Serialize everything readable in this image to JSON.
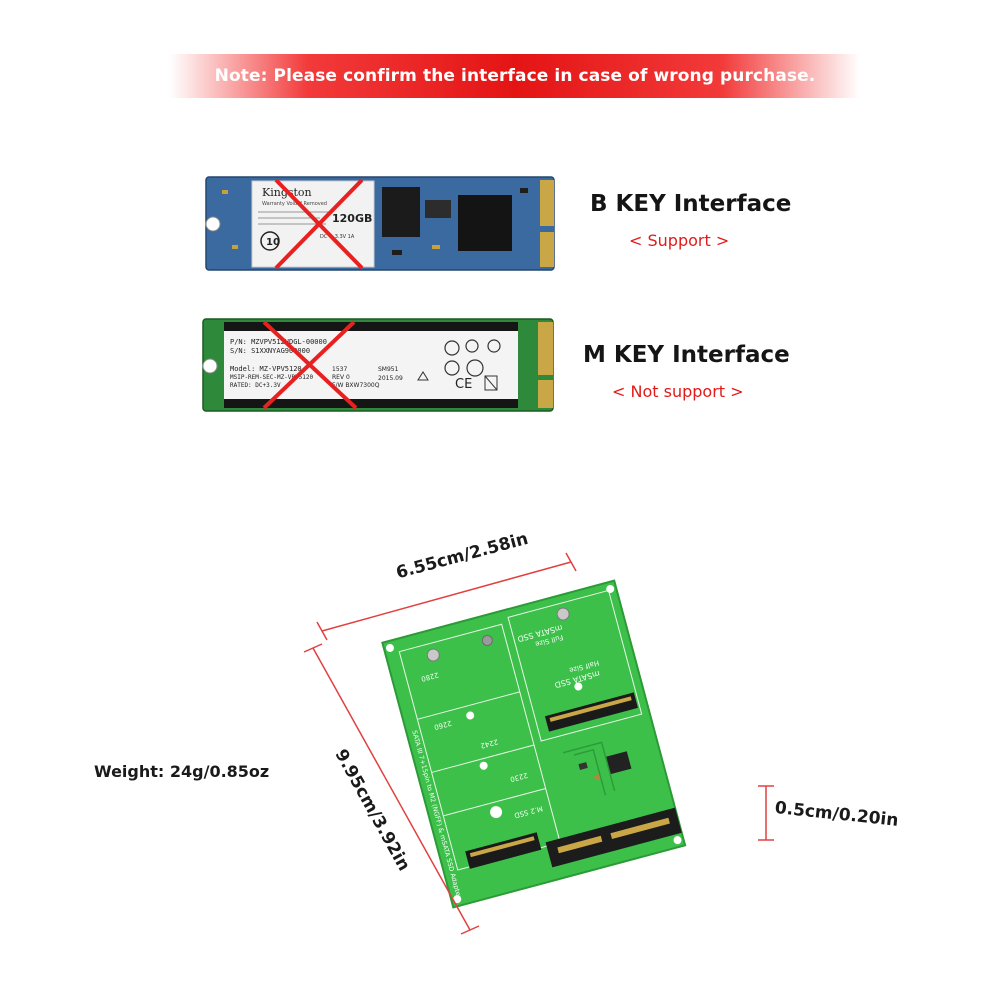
{
  "banner": {
    "text": "Note: Please confirm the interface in case of wrong purchase."
  },
  "interfaces": [
    {
      "title": "B KEY Interface",
      "status": "< Support >"
    },
    {
      "title": "M KEY Interface",
      "status": "< Not support >"
    }
  ],
  "ssd_b": {
    "brand": "Kingston",
    "sub": "Warranty Void If Removed",
    "capacity": "120GB",
    "voltage": "DC + 3.3V 1A"
  },
  "ssd_m": {
    "lines": [
      "P/N: MZVPV512HDGL-00000",
      "S/N: S1XXNYAG900000",
      "Model: MZ-VPV5120",
      "MSIP-REM-SEC-MZ-VPV5120",
      "RATED: DC+3.3V"
    ],
    "right": [
      "1537",
      "REV 0",
      "F/W BXW7300Q",
      "SM951",
      "2015.09"
    ],
    "ce": "CE"
  },
  "adapter": {
    "silk_top": "mSATA SSD",
    "full": "Full Size",
    "half": "Half Size",
    "sizes": [
      "2280",
      "2260",
      "2242",
      "2230"
    ],
    "m2": "M.2 SSD",
    "side": "SATA III 7+15pin to M2 (NGFF) & mSATA SSD Adapter"
  },
  "dimensions": {
    "width": "6.55cm/2.58in",
    "length": "9.95cm/3.92in",
    "thickness": "0.5cm/0.20in"
  },
  "weight": "Weight: 24g/0.85oz",
  "colors": {
    "banner": "#e41414",
    "pcb_blue": "#3a6aa0",
    "pcb_green": "#2e8a3a",
    "adapter_green": "#3cc04a",
    "accent_red": "#e82020"
  }
}
